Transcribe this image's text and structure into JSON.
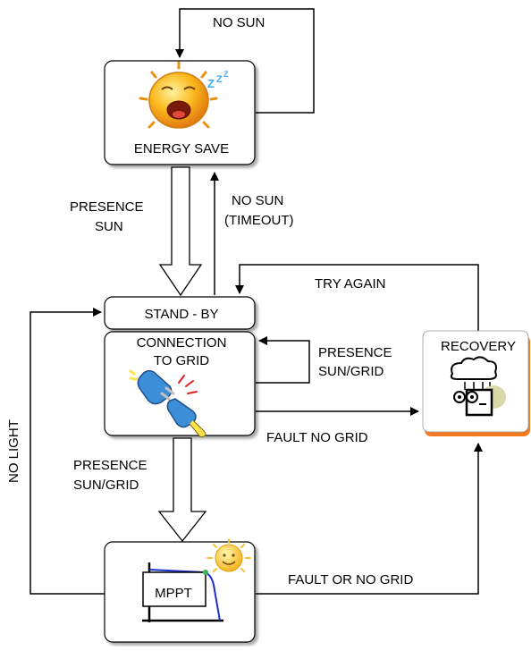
{
  "states": {
    "energy_save": "ENERGY SAVE",
    "stand_by": "STAND - BY",
    "connection_line1": "CONNECTION",
    "connection_line2": "TO GRID",
    "recovery": "RECOVERY",
    "mppt": "MPPT"
  },
  "transitions": {
    "no_sun": "NO SUN",
    "presence_sun_1": "PRESENCE",
    "presence_sun_2": "SUN",
    "no_sun_timeout_1": "NO SUN",
    "no_sun_timeout_2": "(TIMEOUT)",
    "try_again": "TRY AGAIN",
    "presence_sun_grid_self_1": "PRESENCE",
    "presence_sun_grid_self_2": "SUN/GRID",
    "fault_no_grid": "FAULT NO GRID",
    "presence_sun_grid_1": "PRESENCE",
    "presence_sun_grid_2": "SUN/GRID",
    "no_light": "NO LIGHT",
    "fault_or_no_grid": "FAULT OR NO GRID"
  },
  "icons": [
    "sleeping-sun-icon",
    "plug-connector-icon",
    "rain-cloud-icon",
    "smiling-sun-icon",
    "mppt-curve-icon"
  ],
  "colors": {
    "accent_orange": "#f47a20",
    "sun_yellow": "#f8b820",
    "plug_blue": "#3c8ed8",
    "curve_blue": "#1a2fd0",
    "arrow_fill": "#ffffff"
  }
}
